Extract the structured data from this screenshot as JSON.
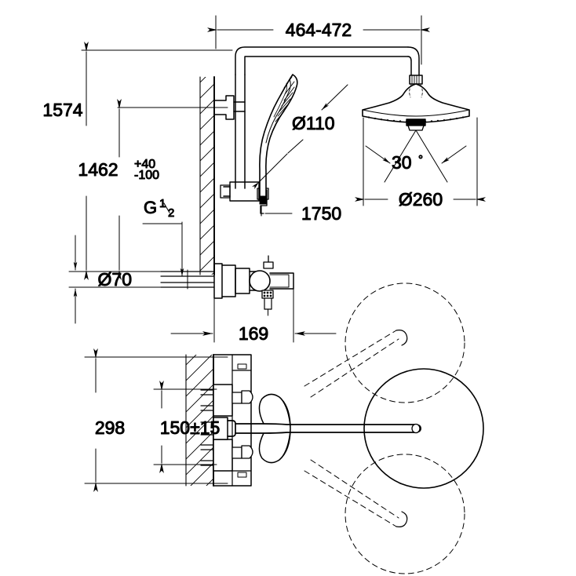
{
  "drawing": {
    "title": "Shower system technical dimension drawing",
    "units": "mm",
    "line_color": "#000000",
    "background": "#ffffff"
  },
  "dimensions": {
    "arm_reach": "464-472",
    "total_height": "1574",
    "mixer_to_head": "1462",
    "tolerance_upper": "+40",
    "tolerance_lower": "-100",
    "thread": "G",
    "thread_num": "1",
    "thread_den": "2",
    "inlet_spacing": "Ø70",
    "hand_shower_dia": "Ø110",
    "hose_length": "1750",
    "head_dia": "Ø260",
    "spray_angle": "30",
    "angle_unit": "°",
    "wall_projection": "169",
    "plan_width": "298",
    "plan_centers": "150±15"
  },
  "views": {
    "elevation": "front-elevation-view",
    "head_detail": "shower-head-detail-view",
    "plan": "plan-section-view",
    "swivel": "spout-swivel-range-view"
  },
  "components": {
    "wall": "wall-hatching",
    "riser": "riser-pipe",
    "shower_arm": "shower-arm",
    "head": "overhead-shower",
    "hand_shower": "hand-shower",
    "slide_rail": "slide-rail-bracket",
    "mixer": "thermostatic-mixer",
    "hose": "shower-hose",
    "spout": "bath-spout",
    "swivel_circle": "swivel-circle",
    "swivel_dashed_up": "swivel-position-up",
    "swivel_dashed_down": "swivel-position-down"
  }
}
